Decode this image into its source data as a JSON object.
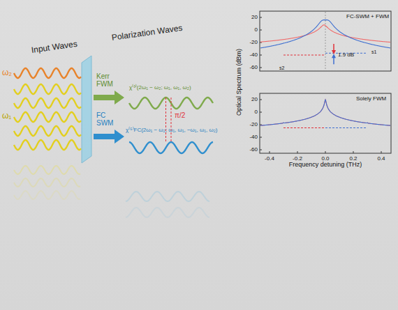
{
  "diagram": {
    "labels": [
      "Input Waves",
      "Polarization Waves",
      "ω₂",
      "ω₁",
      "Kerr FWM",
      "FC SWM",
      "χ⁽³⁾(2ω₁ − ω₂; ω₁, ω₁, ω₂)",
      "χ⁽⁵⁾FC(2ω₁ − ω₂; ω₁, ω₁, −ω₁, ω₁, ω₂)",
      "π/2",
      "FC-SWM + FWM",
      "1.9 dB",
      "s2",
      "s1",
      "Solely FWM",
      "Optical Spectrum (dBm)",
      "Frequency detuning (THz)",
      "20",
      "0",
      "-20",
      "-40",
      "-60",
      "20",
      "0",
      "-20",
      "-40",
      "-60",
      "-0.4",
      "-0.2",
      "0.0",
      "0.2",
      "0.4"
    ]
  }
}
